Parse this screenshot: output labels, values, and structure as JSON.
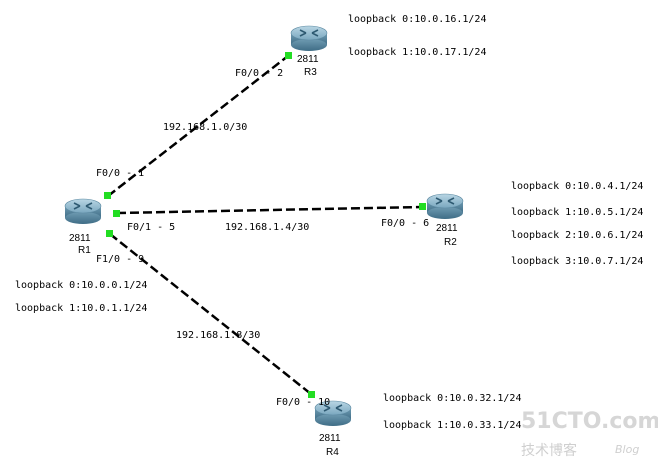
{
  "colors": {
    "link": "#000000",
    "port": "#22dd22",
    "router_top": "#8ab6cc",
    "router_side": "#5f8ea6"
  },
  "routers": [
    {
      "id": "R1",
      "model": "2811",
      "name": "R1",
      "loopbacks": [
        "loopback 0:10.0.0.1/24",
        "loopback 1:10.0.1.1/24"
      ]
    },
    {
      "id": "R2",
      "model": "2811",
      "name": "R2",
      "loopbacks": [
        "loopback 0:10.0.4.1/24",
        "loopback 1:10.0.5.1/24",
        "loopback 2:10.0.6.1/24",
        "loopback 3:10.0.7.1/24"
      ]
    },
    {
      "id": "R3",
      "model": "2811",
      "name": "R3",
      "loopbacks": [
        "loopback 0:10.0.16.1/24",
        "loopback 1:10.0.17.1/24"
      ]
    },
    {
      "id": "R4",
      "model": "2811",
      "name": "R4",
      "loopbacks": [
        "loopback 0:10.0.32.1/24",
        "loopback 1:10.0.33.1/24"
      ]
    }
  ],
  "links": [
    {
      "id": "r1-r3",
      "network": "192.168.1.0/30",
      "a_port": "F0/0 - 1",
      "b_port": "F0/0 - 2"
    },
    {
      "id": "r1-r2",
      "network": "192.168.1.4/30",
      "a_port": "F0/1 - 5",
      "b_port": "F0/0 - 6"
    },
    {
      "id": "r1-r4",
      "network": "192.168.1.8/30",
      "a_port": "F1/0 - 9",
      "b_port": "F0/0 - 10"
    }
  ],
  "watermark": {
    "brand": "51CTO.com",
    "sub": "技术博客",
    "blog": "Blog"
  }
}
